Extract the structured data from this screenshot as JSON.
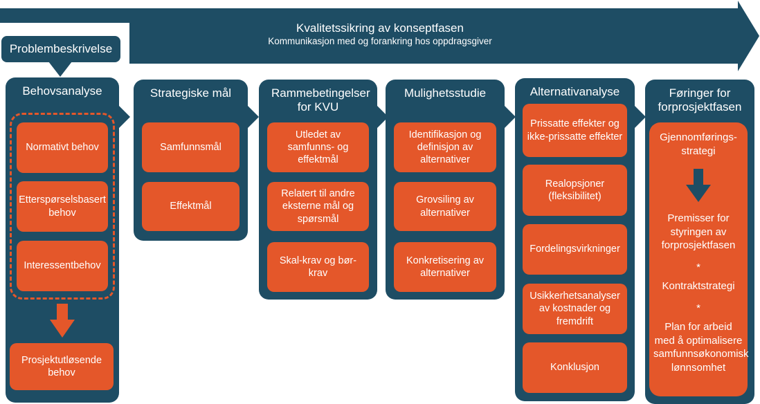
{
  "banner": {
    "title": "Kvalitetssikring av konseptfasen",
    "subtitle": "Kommunikasjon med og forankring hos oppdragsgiver"
  },
  "problem_box": {
    "label": "Problembeskrivelse"
  },
  "colors": {
    "navy": "#1E4D64",
    "orange": "#E4572A"
  },
  "columns": [
    {
      "title": "Behovsanalyse",
      "items": [
        "Normativt behov",
        "Etterspørselsbasert behov",
        "Interessentbehov"
      ],
      "result_item": "Prosjektutløsende behov"
    },
    {
      "title": "Strategiske mål",
      "items": [
        "Samfunnsmål",
        "Effektmål"
      ]
    },
    {
      "title": "Rammebetingelser for KVU",
      "items": [
        "Utledet av samfunns- og effektmål",
        "Relatert til andre eksterne mål og spørsmål",
        "Skal-krav og bør-krav"
      ]
    },
    {
      "title": "Mulighetsstudie",
      "items": [
        "Identifikasjon og definisjon av alternativer",
        "Grovsiling av alternativer",
        "Konkretisering av alternativer"
      ]
    },
    {
      "title": "Alternativanalyse",
      "items": [
        "Prissatte effekter og ikke-prissatte effekter",
        "Realopsjoner (fleksibilitet)",
        "Fordelingsvirkninger",
        "Usikkerhetsanalyser av kostnader og fremdrift",
        "Konklusjon"
      ]
    },
    {
      "title": "Føringer for forprosjektfasen",
      "items": [
        "Gjennomførings-strategi",
        "Premisser for styringen av forprosjektfasen",
        "*",
        "Kontraktstrategi",
        "*",
        "Plan for arbeid med å optimalisere samfunnsøkonomisk lønnsomhet"
      ]
    }
  ]
}
